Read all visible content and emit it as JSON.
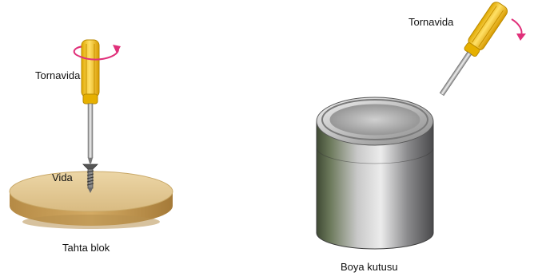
{
  "left_illustration": {
    "screwdriver_label": "Tornavida",
    "screw_label": "Vida",
    "block_label": "Tahta blok"
  },
  "right_illustration": {
    "screwdriver_label": "Tornavida",
    "can_label": "Boya kutusu"
  },
  "colors": {
    "handle": "#f2c21a",
    "arrow": "#e0307a",
    "wood": "#e0c48c",
    "can": "#8e8e90"
  }
}
